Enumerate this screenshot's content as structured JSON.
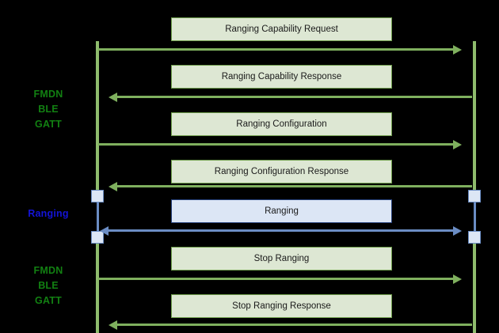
{
  "diagram": {
    "title": "Ranging sequence diagram",
    "background_color": "#000000",
    "colors": {
      "lifeline_green": "#8fbc6d",
      "lifeline_blue": "#6b8dc4",
      "box_green_fill": "#dde7d3",
      "box_green_border": "#6f9e4c",
      "box_blue_fill": "#dce6f5",
      "box_blue_border": "#27427c",
      "arrow_green": "#7fb05e",
      "arrow_blue": "#6b8dc4",
      "label_green": "#128012",
      "label_blue": "#1414d8",
      "activation_fill": "#dce6f5"
    }
  },
  "side_labels": [
    {
      "text": "FMDN\nBLE\nGATT",
      "color_name": "green"
    },
    {
      "text": "Ranging",
      "color_name": "blue"
    },
    {
      "text": "FMDN\nBLE\nGATT",
      "color_name": "green"
    }
  ],
  "messages": [
    {
      "label": "Ranging Capability Request",
      "style": "green",
      "direction": "right"
    },
    {
      "label": "Ranging Capability Response",
      "style": "green",
      "direction": "left"
    },
    {
      "label": "Ranging Configuration",
      "style": "green",
      "direction": "right"
    },
    {
      "label": "Ranging Configuration Response",
      "style": "green",
      "direction": "left"
    },
    {
      "label": "Ranging",
      "style": "blue",
      "direction": "both"
    },
    {
      "label": "Stop Ranging",
      "style": "green",
      "direction": "right"
    },
    {
      "label": "Stop Ranging Response",
      "style": "green",
      "direction": "left"
    }
  ]
}
